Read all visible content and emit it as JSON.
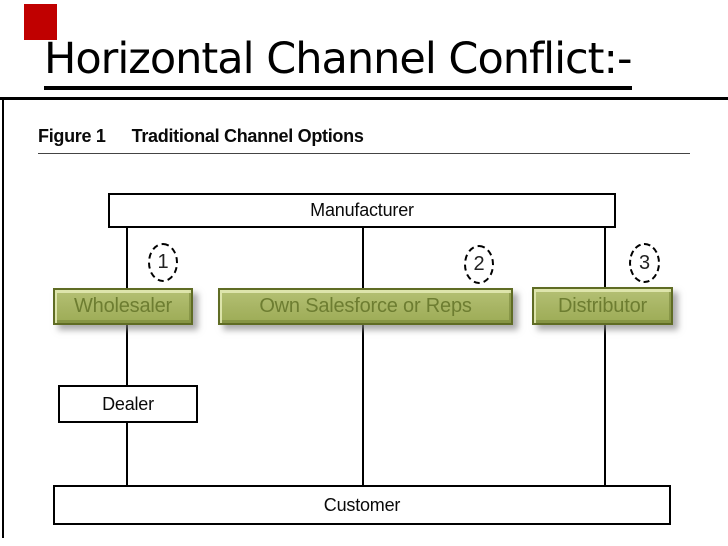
{
  "slide": {
    "title": "Horizontal Channel Conflict:-"
  },
  "figure": {
    "label": "Figure 1",
    "caption": "Traditional Channel Options",
    "nodes": {
      "manufacturer": "Manufacturer",
      "wholesaler": "Wholesaler",
      "salesforce": "Own Salesforce or Reps",
      "distributor": "Distributor",
      "dealer": "Dealer",
      "customer": "Customer"
    },
    "channels": [
      "1",
      "2",
      "3"
    ]
  },
  "colors": {
    "accent_red": "#c00000",
    "highlight_fill": "#a7b463",
    "highlight_border": "#5f6c24",
    "highlight_text": "#6d7d31"
  }
}
